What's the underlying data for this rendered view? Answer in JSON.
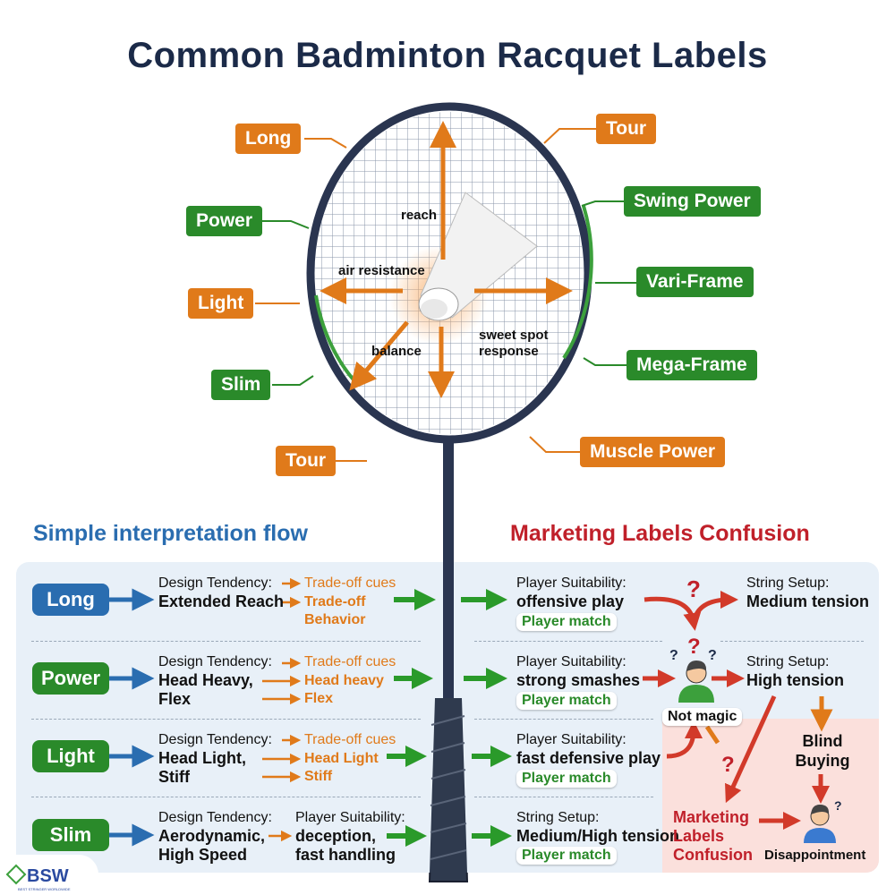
{
  "title": "Common Badminton Racquet Labels",
  "colors": {
    "orange": "#e07a1a",
    "green": "#2a8a2a",
    "blue": "#2a6db0",
    "red": "#c0202a",
    "navy": "#1b2a48"
  },
  "racquet_labels": {
    "left": [
      {
        "text": "Long",
        "color": "orange"
      },
      {
        "text": "Power",
        "color": "green"
      },
      {
        "text": "Light",
        "color": "orange"
      },
      {
        "text": "Slim",
        "color": "green"
      },
      {
        "text": "Tour",
        "color": "orange"
      }
    ],
    "right": [
      {
        "text": "Tour",
        "color": "orange"
      },
      {
        "text": "Swing Power",
        "color": "green"
      },
      {
        "text": "Vari-Frame",
        "color": "green"
      },
      {
        "text": "Mega-Frame",
        "color": "green"
      },
      {
        "text": "Muscle Power",
        "color": "orange"
      }
    ]
  },
  "racquet_inner": {
    "reach": "reach",
    "air_resistance": "air resistance",
    "balance": "balance",
    "sweet_spot": "sweet spot",
    "response": "response"
  },
  "sections": {
    "left": "Simple interpretation flow",
    "right": "Marketing Labels Confusion"
  },
  "rows": [
    {
      "key": "Long",
      "key_color": "blue",
      "design_label": "Design Tendency:",
      "design_value": "Extended Reach",
      "cues": [
        "Trade-off cues",
        "Trade-off",
        "Behavior"
      ],
      "suit_label": "Player Suitability:",
      "suit_value": "offensive play",
      "match": "Player match",
      "string_label": "String Setup:",
      "string_value": "Medium tension"
    },
    {
      "key": "Power",
      "key_color": "green",
      "design_label": "Design Tendency:",
      "design_value": "Head Heavy,",
      "design_value2": "Flex",
      "cues": [
        "Trade-off cues",
        "Head heavy",
        "Flex"
      ],
      "suit_label": "Player Suitability:",
      "suit_value": "strong smashes",
      "match": "Player match",
      "string_label": "String Setup:",
      "string_value": "High tension"
    },
    {
      "key": "Light",
      "key_color": "green",
      "design_label": "Design Tendency:",
      "design_value": "Head Light,",
      "design_value2": "Stiff",
      "cues": [
        "Trade-off cues",
        "Head Light",
        "Stiff"
      ],
      "suit_label": "Player Suitability:",
      "suit_value": "fast defensive play",
      "match": "Player match"
    },
    {
      "key": "Slim",
      "key_color": "green",
      "design_label": "Design Tendency:",
      "design_value": "Aerodynamic,",
      "design_value2": "High Speed",
      "mid_label": "Player Suitability:",
      "mid_value": "deception,",
      "mid_value2": "fast handling",
      "string_label": "String Setup:",
      "string_value": "Medium/High tension",
      "match": "Player match"
    }
  ],
  "confusion": {
    "not_magic": "Not magic",
    "blind": "Blind",
    "buying": "Buying",
    "marketing": "Marketing",
    "labels": "Labels",
    "confusion": "Confusion",
    "disappointment": "Disappointment"
  },
  "logo": {
    "text": "BSW",
    "sub": "BEST STRINGER WORLDWIDE"
  }
}
